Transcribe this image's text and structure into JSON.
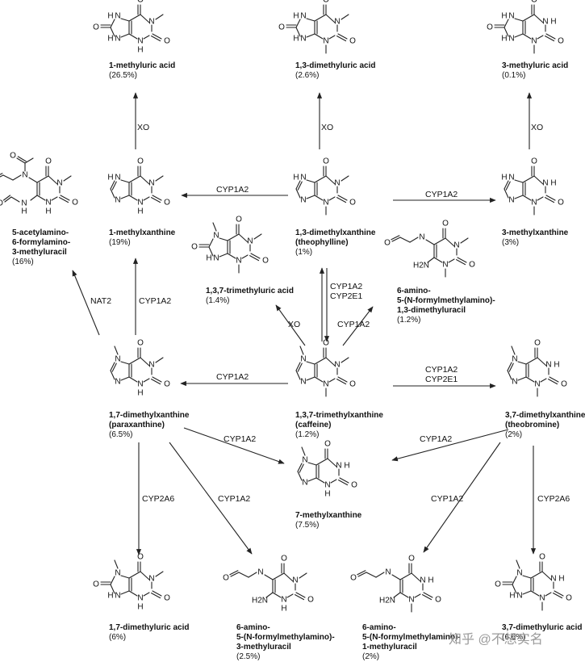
{
  "compounds": {
    "mu1": {
      "name": "1-methyluric acid",
      "pct": "(26.5%)"
    },
    "dmu13": {
      "name": "1,3-dimethyluric acid",
      "pct": "(2.6%)"
    },
    "mu3": {
      "name": "3-methyluric acid",
      "pct": "(0.1%)"
    },
    "afmu": {
      "name": [
        "5-acetylamino-",
        "6-formylamino-",
        "3-methyluracil"
      ],
      "pct": "(16%)"
    },
    "mx1": {
      "name": "1-methylxanthine",
      "pct": "(19%)"
    },
    "theophylline": {
      "name": [
        "1,3-dimethylxanthine",
        "(theophylline)"
      ],
      "pct": "(1%)"
    },
    "mx3": {
      "name": "3-methylxanthine",
      "pct": "(3%)"
    },
    "tmu137": {
      "name": "1,3,7-trimethyluric acid",
      "pct": "(1.4%)"
    },
    "afmu13": {
      "name": [
        "6-amino-",
        "5-(N-formylmethylamino)-",
        "1,3-dimethyluracil"
      ],
      "pct": "(1.2%)"
    },
    "paraxanthine": {
      "name": [
        "1,7-dimethylxanthine",
        "(paraxanthine)"
      ],
      "pct": "(6.5%)"
    },
    "caffeine": {
      "name": [
        "1,3,7-trimethylxanthine",
        "(caffeine)"
      ],
      "pct": "(1.2%)"
    },
    "theobromine": {
      "name": [
        "3,7-dimethylxanthine",
        "(theobromine)"
      ],
      "pct": "(2%)"
    },
    "mx7": {
      "name": "7-methylxanthine",
      "pct": "(7.5%)"
    },
    "dmu17": {
      "name": "1,7-dimethyluric acid",
      "pct": "(6%)"
    },
    "afmu3": {
      "name": [
        "6-amino-",
        "5-(N-formylmethylamino)-",
        "3-methyluracil"
      ],
      "pct": "(2.5%)"
    },
    "afmu1": {
      "name": [
        "6-amino-",
        "5-(N-formylmethylamino)-",
        "1-methyluracil"
      ],
      "pct": "(2%)"
    },
    "dmu37": {
      "name": "3,7-dimethyluric acid",
      "pct": "(6.6%)"
    }
  },
  "enzymes": {
    "xo": "XO",
    "cyp1a2": "CYP1A2",
    "cyp2e1": "CYP2E1",
    "nat2": "NAT2",
    "cyp2a6": "CYP2A6"
  },
  "atoms": {
    "H": "H",
    "N": "N",
    "O": "O",
    "NH": "NH",
    "H2N": "H2N"
  },
  "watermark": "知乎 @不想实名"
}
